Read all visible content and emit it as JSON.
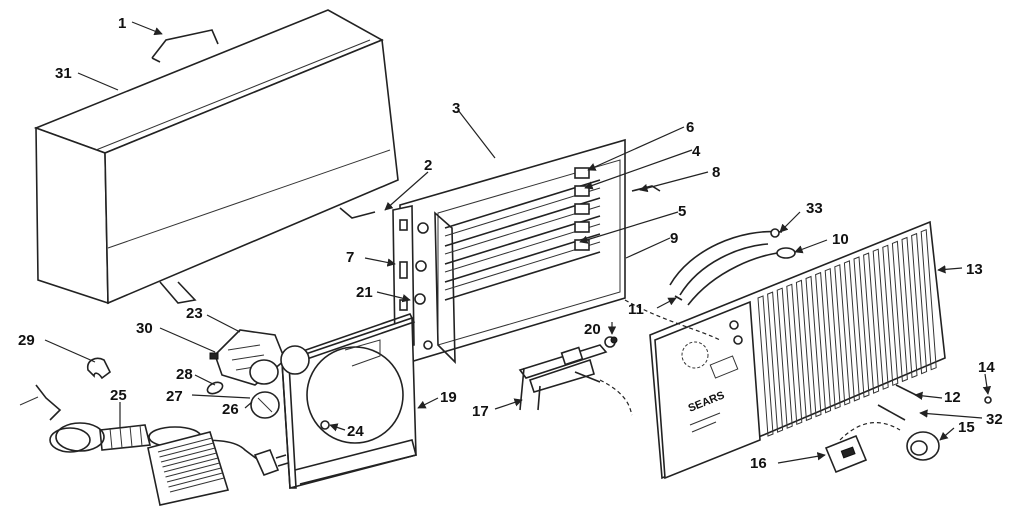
{
  "diagram": {
    "part_labels": [
      "1",
      "31",
      "2",
      "3",
      "6",
      "4",
      "8",
      "5",
      "9",
      "7",
      "21",
      "33",
      "10",
      "13",
      "11",
      "20",
      "23",
      "30",
      "29",
      "28",
      "27",
      "26",
      "25",
      "19",
      "24",
      "17",
      "12",
      "14",
      "32",
      "15",
      "16"
    ],
    "brand_text": "SEARS"
  }
}
